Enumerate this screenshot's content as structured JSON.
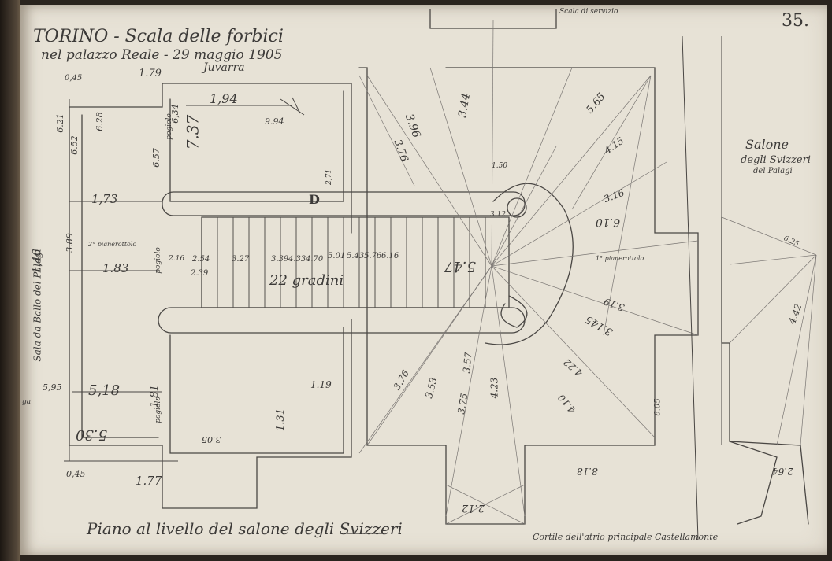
{
  "sheet": {
    "page_number": "35.",
    "title_line1": "TORINO - Scala delle forbici",
    "title_line2": "nel palazzo Reale - 29 maggio 1905",
    "title_line3": "Juvarra",
    "caption": "Piano al livello del salone degli Svizzeri",
    "cortile_note": "Cortile dell'atrio principale Castellamonte",
    "top_note": "Scala di servizio",
    "side_left": "Sala da Ballo del Palagi",
    "side_right_1": "Salone",
    "side_right_2": "degli Svizzeri",
    "side_right_3": "del Palagi",
    "stair_label": "22 gradini",
    "letter_d": "D",
    "edge_note": "ga",
    "pianerottolo_1": "1° pianerottolo",
    "pianerottolo_2": "2° pianerottolo",
    "pogiolo": "pogiolo",
    "pogiolo_b": "pogiolo",
    "pogiolo_c": "pogiolo"
  },
  "measurements": {
    "m_179": "1.79",
    "m_194": "1,94",
    "m_737": "7.37",
    "m_173": "1,73",
    "m_183": "1.83",
    "m_146": "1,46",
    "m_518": "5,18",
    "m_595": "5,95",
    "m_530": "5.30",
    "m_045a": "0,45",
    "m_045b": "0,45",
    "m_177": "1.77",
    "m_181": "1.81",
    "m_131": "1.31",
    "m_119": "1.19",
    "m_344": "3.44",
    "m_396": "3.96",
    "m_376": "3.76",
    "m_565": "5.65",
    "m_415": "4.15",
    "m_316": "3.16",
    "m_610": "6.10",
    "m_319": "3.19",
    "m_312": "3.12",
    "m_145": "3.145",
    "m_422": "4.22",
    "m_410": "4.10",
    "m_605": "6.05",
    "m_818": "8.18",
    "m_212": "2.12",
    "m_376b": "3.76",
    "m_353": "3.53",
    "m_423": "4.23",
    "m_375": "3.75",
    "m_357": "3.57",
    "m_442": "4.42",
    "m_264": "2.64",
    "m_625": "6.25",
    "m_547": "5.47",
    "m_634": "6,34",
    "m_657": "6.57",
    "m_652": "6.52",
    "m_628": "6.28",
    "m_621": "6.21",
    "m_389": "3.89",
    "m_216": "2.16",
    "m_239": "2.39",
    "m_254": "2.54",
    "m_327": "3.27",
    "m_339": "3.39",
    "m_433": "4.33",
    "m_470": "4.70",
    "m_501": "5.01",
    "m_543": "5.43",
    "m_576": "5.76",
    "m_616": "6.16",
    "m_994": "9.94",
    "m_271": "2,71",
    "m_305": "3.05",
    "m_150": "1.50"
  }
}
